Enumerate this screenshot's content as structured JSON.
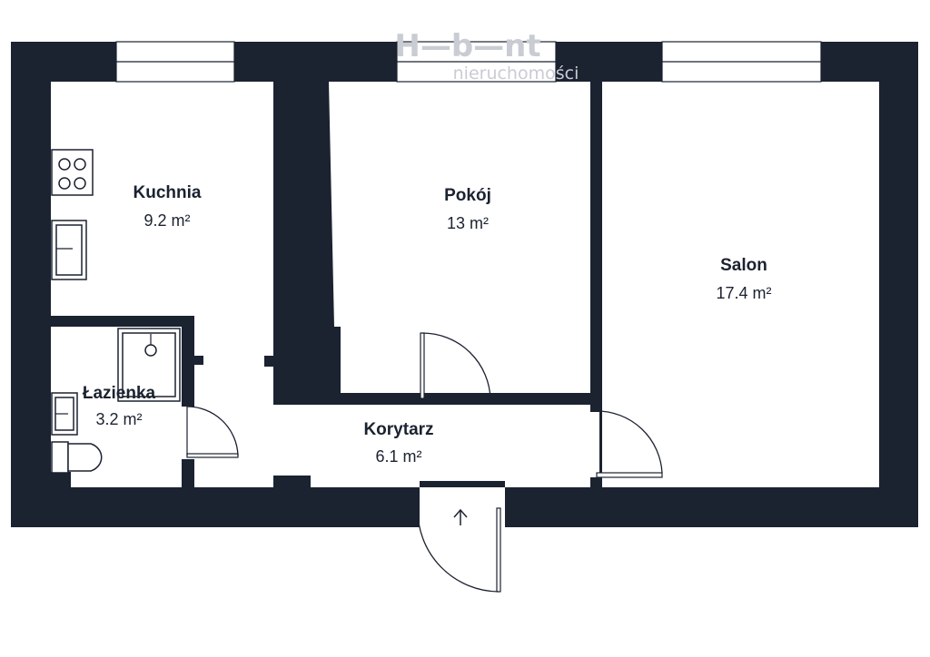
{
  "watermark": {
    "brand": "H—b—nt",
    "sub": "nieruchomości"
  },
  "rooms": [
    {
      "id": "kuchnia",
      "name": "Kuchnia",
      "area": "9.2 m²"
    },
    {
      "id": "pokoj",
      "name": "Pokój",
      "area": "13 m²"
    },
    {
      "id": "salon",
      "name": "Salon",
      "area": "17.4 m²"
    },
    {
      "id": "lazienka",
      "name": "Łazienka",
      "area": "3.2 m²"
    },
    {
      "id": "korytarz",
      "name": "Korytarz",
      "area": "6.1 m²"
    }
  ],
  "icons": {
    "entrance": "arrow-up-icon",
    "stove": "stove-icon",
    "sink": "sink-icon",
    "shower": "shower-icon",
    "toilet": "toilet-icon"
  },
  "colors": {
    "wall": "#1b2230",
    "floor": "#ffffff"
  }
}
